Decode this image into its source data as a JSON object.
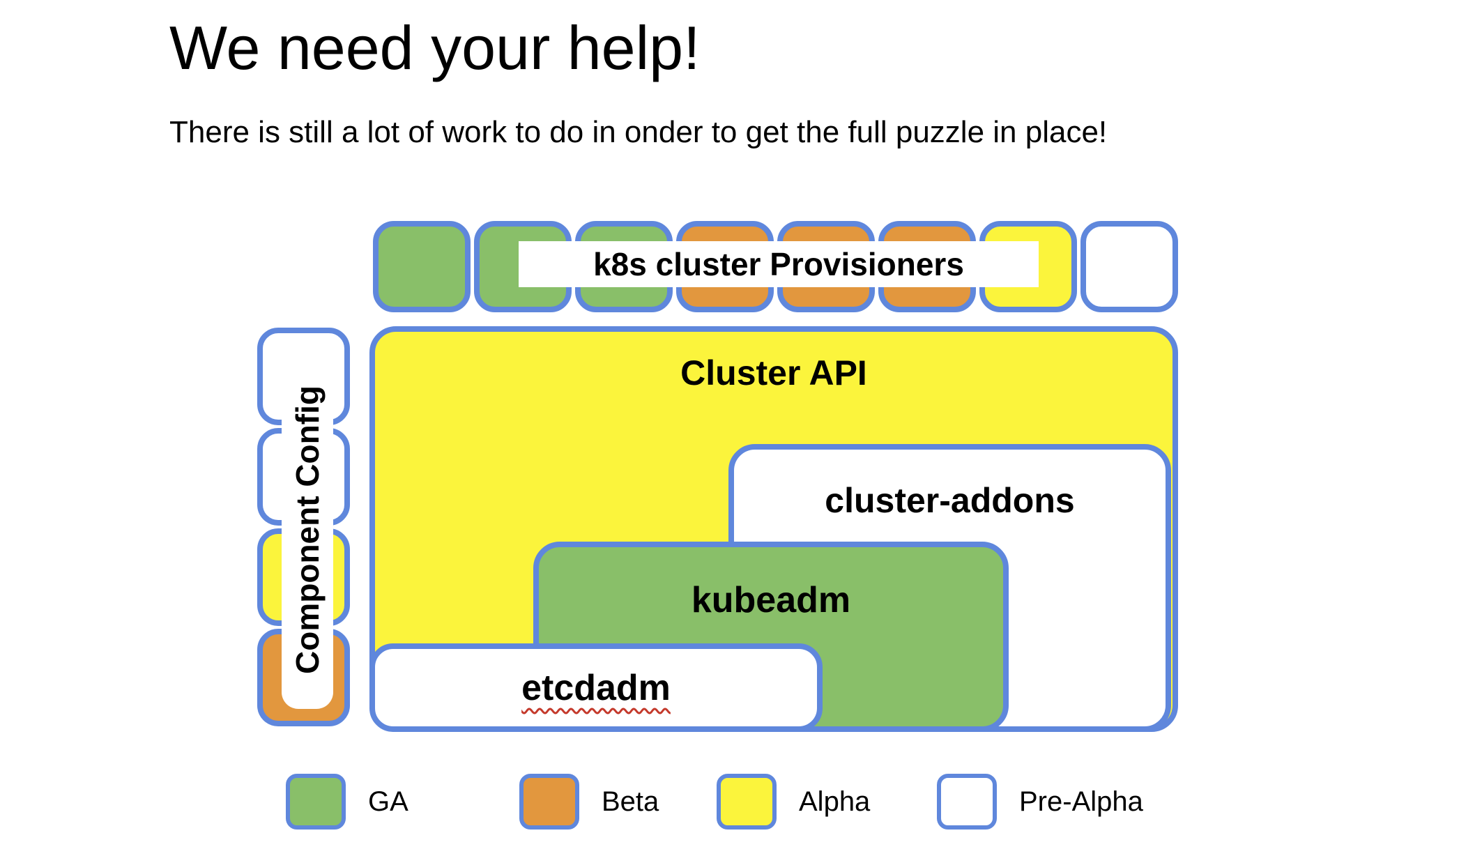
{
  "slide": {
    "title": "We need your help!",
    "subtitle": "There is still a lot of work to do in onder to get the full puzzle in place!"
  },
  "colors": {
    "ga": "#89BF69",
    "beta": "#E2973E",
    "alpha": "#FBF43C",
    "pre-alpha": "#FFFFFF",
    "border_blue": "#5F87DC",
    "spellcheck_red": "#C4392B",
    "text": "#000000",
    "background": "#FFFFFF"
  },
  "provisioners": {
    "label": "k8s cluster Provisioners",
    "squares": [
      "ga",
      "ga",
      "ga",
      "beta",
      "beta",
      "beta",
      "alpha",
      "pre-alpha"
    ]
  },
  "component_config": {
    "label": "Component Config",
    "squares": [
      "pre-alpha",
      "pre-alpha",
      "alpha",
      "beta"
    ]
  },
  "puzzle_boxes": [
    {
      "id": "cluster-api",
      "label": "Cluster API",
      "status": "alpha",
      "spellcheck_underline": false
    },
    {
      "id": "cluster-addons",
      "label": "cluster-addons",
      "status": "pre-alpha",
      "spellcheck_underline": false
    },
    {
      "id": "kubeadm",
      "label": "kubeadm",
      "status": "ga",
      "spellcheck_underline": false
    },
    {
      "id": "etcdadm",
      "label": "etcdadm",
      "status": "pre-alpha",
      "spellcheck_underline": true
    }
  ],
  "legend": [
    {
      "label": "GA",
      "status": "ga"
    },
    {
      "label": "Beta",
      "status": "beta"
    },
    {
      "label": "Alpha",
      "status": "alpha"
    },
    {
      "label": "Pre-Alpha",
      "status": "pre-alpha"
    }
  ]
}
